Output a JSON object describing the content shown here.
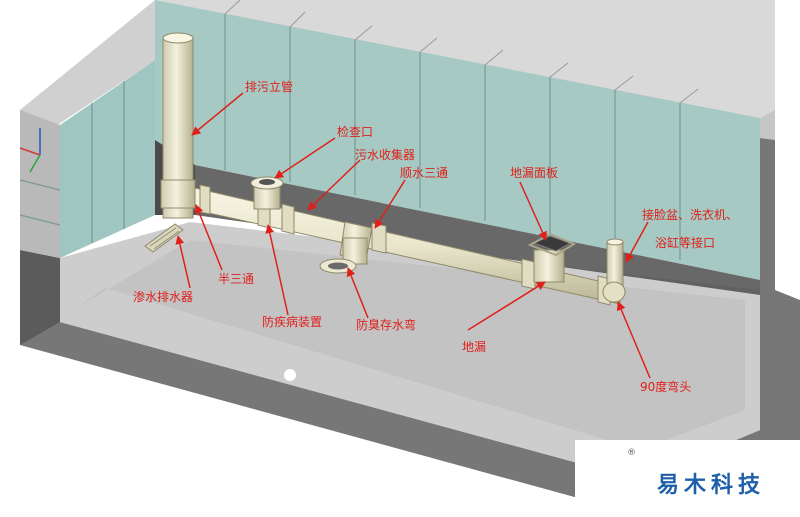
{
  "labels": {
    "stack_pipe": "排污立管",
    "cleanout": "检查口",
    "sewage_collector": "污水收集器",
    "y_tee": "顺水三通",
    "drain_panel": "地漏面板",
    "fixture_interface_line1": "接脸盆、洗衣机、",
    "fixture_interface_line2": "浴缸等接口",
    "half_tee": "半三通",
    "seepage_drain": "渗水排水器",
    "anti_disease_device": "防疾病装置",
    "odor_trap": "防臭存水弯",
    "floor_drain": "地漏",
    "elbow_90": "90度弯头"
  },
  "brand": {
    "name": "易木科技",
    "registered_mark": "®"
  },
  "colors": {
    "annotation": "#e0201a",
    "pipe": "#e9e6cc",
    "pipe_edge": "#8e8a6a",
    "glass_wall": "#a4c9c3",
    "floor": "#c8c8c8",
    "concrete": "#6e6e6e",
    "brand_blue": "#1d5fa8"
  }
}
